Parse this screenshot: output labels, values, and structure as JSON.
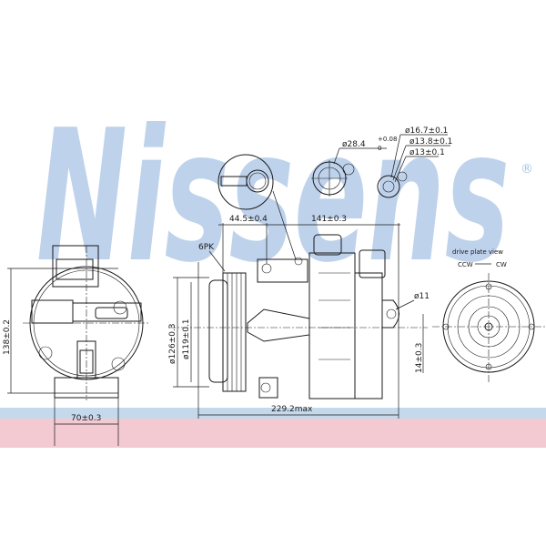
{
  "watermark": {
    "brand": "Nissens",
    "registered": "®",
    "colors": {
      "blue": "#a9c4e6",
      "pink": "#f3c9d2"
    }
  },
  "labels": {
    "d_connector_main": "ø28.4",
    "d_connector_main_tol_upper": "+0.08",
    "d_connector_main_tol_lower": "0",
    "d_outer": "ø16.7±0.1",
    "d_mid": "ø13.8±0.1",
    "d_inner": "ø13±0.1",
    "dim_pulley_offset": "44.5±0.4",
    "dim_mount_span": "141±0.3",
    "belt_type": "6PK",
    "pulley_d1": "ø126±0.3",
    "pulley_d2": "ø119±0.1",
    "hole_d": "ø11",
    "hole_offset": "14±0.3",
    "height": "138±0.2",
    "base_width": "70±0.3",
    "total_length": "229.2max",
    "drive_plate_view": "drive plate view",
    "ccw": "CCW",
    "cw": "CW"
  }
}
